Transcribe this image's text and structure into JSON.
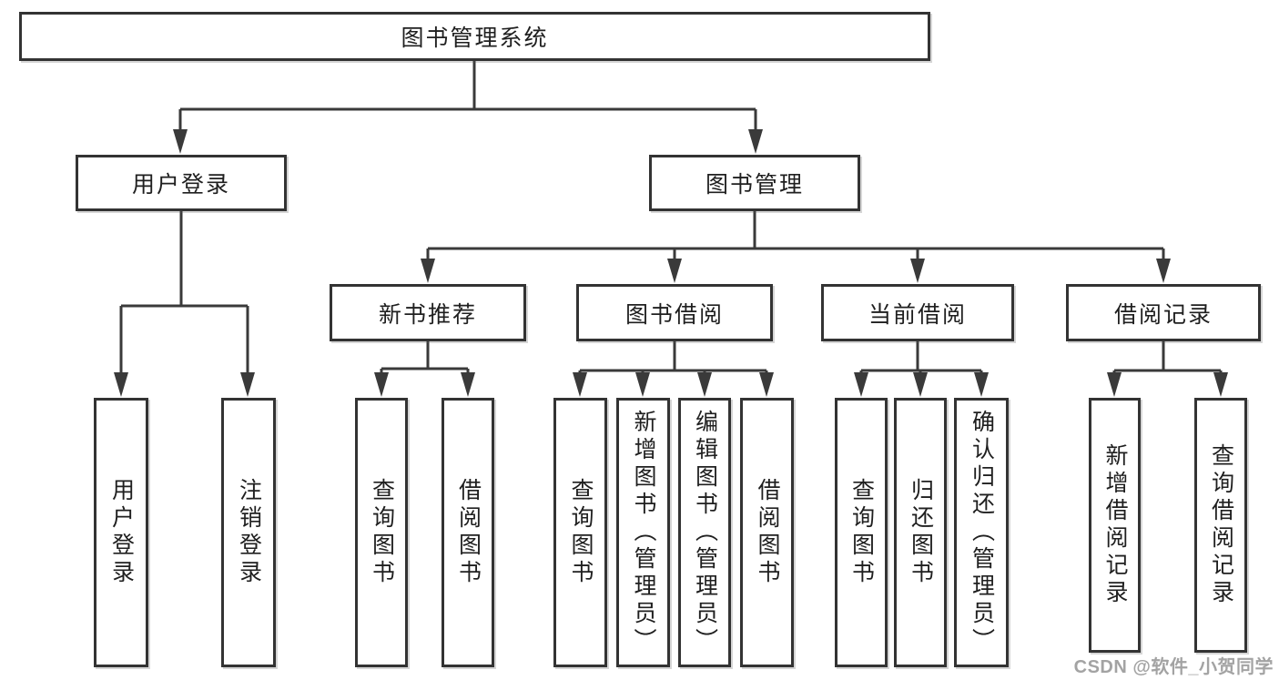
{
  "diagram": {
    "root": {
      "label": "图书管理系统"
    },
    "branches": [
      {
        "label": "用户登录",
        "children": [
          {
            "label": "用户登录"
          },
          {
            "label": "注销登录"
          }
        ]
      },
      {
        "label": "图书管理",
        "sections": [
          {
            "label": "新书推荐",
            "children": [
              {
                "label": "查询图书"
              },
              {
                "label": "借阅图书"
              }
            ]
          },
          {
            "label": "图书借阅",
            "children": [
              {
                "label": "查询图书"
              },
              {
                "label": "新增图书（管理员）"
              },
              {
                "label": "编辑图书（管理员）"
              },
              {
                "label": "借阅图书"
              }
            ]
          },
          {
            "label": "当前借阅",
            "children": [
              {
                "label": "查询图书"
              },
              {
                "label": "归还图书"
              },
              {
                "label": "确认归还（管理员）"
              }
            ]
          },
          {
            "label": "借阅记录",
            "children": [
              {
                "label": "新增借阅记录"
              },
              {
                "label": "查询借阅记录"
              }
            ]
          }
        ]
      }
    ]
  },
  "watermark": {
    "text": "CSDN @软件_小贺同学"
  },
  "colors": {
    "line": "#3a3a3a",
    "box-border": "#333333",
    "text": "#1f1f1f",
    "background": "#ffffff",
    "watermark": "#a3a3a3"
  }
}
